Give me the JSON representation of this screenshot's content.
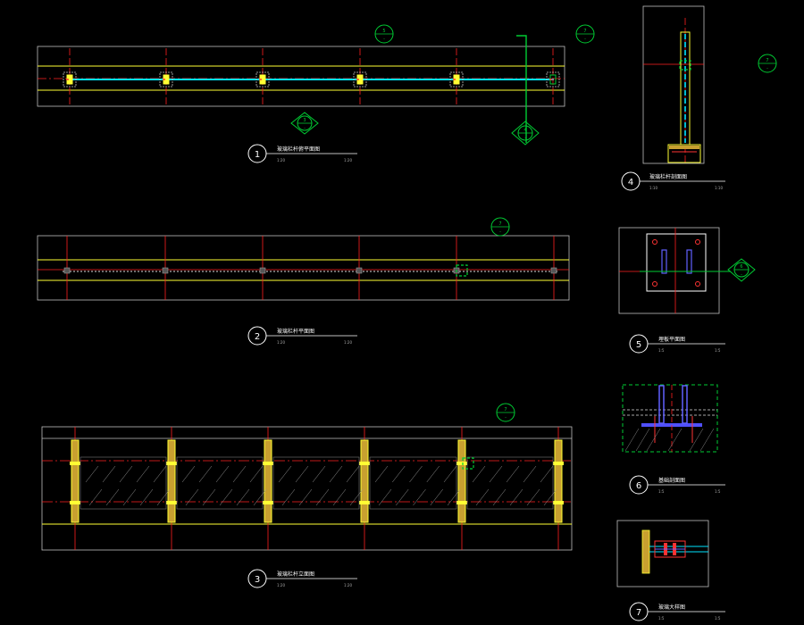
{
  "colors": {
    "background": "#000000",
    "frame": "#bfbfbf",
    "rail": "#ffff33",
    "axis": "#ff2020",
    "glass": "#00e5ff",
    "marker": "#00cc33",
    "detail": "#ff3333",
    "plate": "#5050ff",
    "dash": "#dddddd"
  },
  "views": [
    {
      "number": "1",
      "title": "玻璃栏杆俯平面图",
      "scale_left": "1:20",
      "scale_right": "1:20"
    },
    {
      "number": "2",
      "title": "玻璃栏杆平面图",
      "scale_left": "1:20",
      "scale_right": "1:20"
    },
    {
      "number": "3",
      "title": "玻璃栏杆立面图",
      "scale_left": "1:20",
      "scale_right": "1:20"
    },
    {
      "number": "4",
      "title": "玻璃栏杆剖面图",
      "scale_left": "1:10",
      "scale_right": "1:10"
    },
    {
      "number": "5",
      "title": "埋板平面图",
      "scale_left": "1:5",
      "scale_right": "1:5"
    },
    {
      "number": "6",
      "title": "基础剖面图",
      "scale_left": "1:5",
      "scale_right": "1:5"
    },
    {
      "number": "7",
      "title": "玻璃大样图",
      "scale_left": "1:5",
      "scale_right": "1:5"
    }
  ],
  "markers": [
    {
      "id": "m-a",
      "top": "5",
      "bottom": "-"
    },
    {
      "id": "m-b",
      "top": "7",
      "bottom": "-"
    },
    {
      "id": "m-c",
      "top": "7",
      "bottom": "-"
    },
    {
      "id": "m-d",
      "top": "7",
      "bottom": "-"
    },
    {
      "id": "m-e",
      "top": "7",
      "bottom": "-"
    },
    {
      "id": "m-f",
      "top": "3",
      "bottom": "-"
    },
    {
      "id": "m-g",
      "top": "4",
      "bottom": "-"
    },
    {
      "id": "m-h",
      "top": "6",
      "bottom": "-"
    }
  ]
}
